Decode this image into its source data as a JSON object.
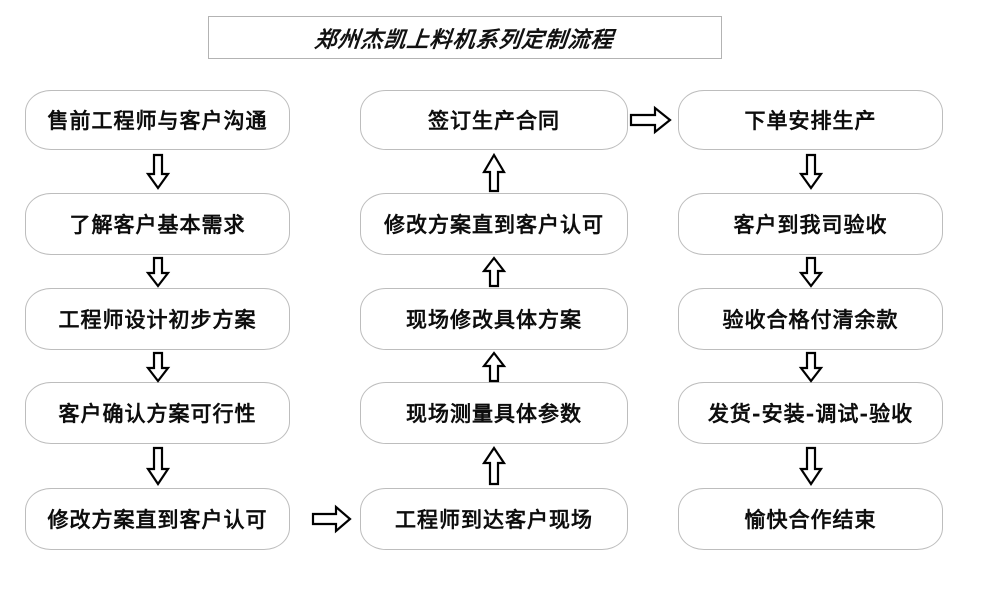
{
  "title": {
    "text": "郑州杰凯上料机系列定制流程"
  },
  "columns": [
    {
      "id": "column-left",
      "nodes": [
        {
          "id": "node-presales-communication",
          "label": "售前工程师与客户沟通"
        },
        {
          "id": "node-understand-basic-needs",
          "label": "了解客户基本需求"
        },
        {
          "id": "node-engineer-initial-plan",
          "label": "工程师设计初步方案"
        },
        {
          "id": "node-customer-confirm-feasibility",
          "label": "客户确认方案可行性"
        },
        {
          "id": "node-revise-until-approved-1",
          "label": "修改方案直到客户认可"
        }
      ]
    },
    {
      "id": "column-middle",
      "nodes": [
        {
          "id": "node-sign-production-contract",
          "label": "签订生产合同"
        },
        {
          "id": "node-revise-until-approved-2",
          "label": "修改方案直到客户认可"
        },
        {
          "id": "node-onsite-revise-plan",
          "label": "现场修改具体方案"
        },
        {
          "id": "node-onsite-measure-params",
          "label": "现场测量具体参数"
        },
        {
          "id": "node-engineer-arrive-onsite",
          "label": "工程师到达客户现场"
        }
      ]
    },
    {
      "id": "column-right",
      "nodes": [
        {
          "id": "node-place-order-production",
          "label": "下单安排生产"
        },
        {
          "id": "node-customer-inspection",
          "label": "客户到我司验收"
        },
        {
          "id": "node-pay-balance-after-passing",
          "label": "验收合格付清余款"
        },
        {
          "id": "node-ship-install-debug-accept",
          "label": "发货-安装-调试-验收"
        },
        {
          "id": "node-happy-cooperation-end",
          "label": "愉快合作结束"
        }
      ]
    }
  ],
  "arrows": [
    {
      "id": "arrow-down-left-1",
      "direction": "down",
      "name": "arrow-down-icon"
    },
    {
      "id": "arrow-down-left-2",
      "direction": "down",
      "name": "arrow-down-icon"
    },
    {
      "id": "arrow-down-left-3",
      "direction": "down",
      "name": "arrow-down-icon"
    },
    {
      "id": "arrow-down-left-4",
      "direction": "down",
      "name": "arrow-down-icon"
    },
    {
      "id": "arrow-right-bottom",
      "direction": "right",
      "name": "arrow-right-icon"
    },
    {
      "id": "arrow-up-middle-1",
      "direction": "up",
      "name": "arrow-up-icon"
    },
    {
      "id": "arrow-up-middle-2",
      "direction": "up",
      "name": "arrow-up-icon"
    },
    {
      "id": "arrow-up-middle-3",
      "direction": "up",
      "name": "arrow-up-icon"
    },
    {
      "id": "arrow-up-middle-4",
      "direction": "up",
      "name": "arrow-up-icon"
    },
    {
      "id": "arrow-right-top",
      "direction": "right",
      "name": "arrow-right-icon"
    },
    {
      "id": "arrow-down-right-1",
      "direction": "down",
      "name": "arrow-down-icon"
    },
    {
      "id": "arrow-down-right-2",
      "direction": "down",
      "name": "arrow-down-icon"
    },
    {
      "id": "arrow-down-right-3",
      "direction": "down",
      "name": "arrow-down-icon"
    },
    {
      "id": "arrow-down-right-4",
      "direction": "down",
      "name": "arrow-down-icon"
    }
  ],
  "colors": {
    "background": "#ffffff",
    "node_border": "#bdbdbd",
    "title_border": "#b3b3b3",
    "text": "#0d0d0d",
    "arrow_stroke": "#000000",
    "arrow_fill": "#ffffff"
  }
}
